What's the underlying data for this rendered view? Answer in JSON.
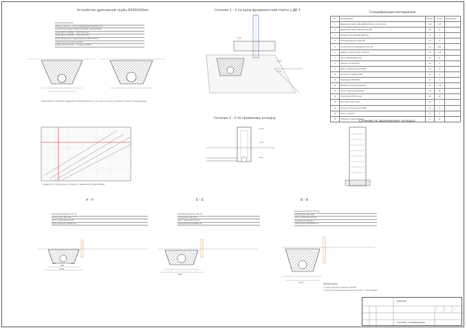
{
  "titles": {
    "drain_pipe": "Устройство дренажной трубы Ø160/200мм",
    "section_1_1": "Сечение 1 - 1 по краю фундаментной плиты у ДК-1",
    "spec": "Спецификация материалов",
    "section_2_2": "Сечение 2 - 2 по приемному колодцу",
    "well_section": "Сечение по дренажному колодцу",
    "sec_a": "А - А",
    "sec_b": "Б - Б",
    "sec_v": "В - В"
  },
  "drain_notes": [
    "дренажный щебень",
    "обсыпка песком — песок среднезернистый фр.м 2,0",
    "геотекстиль дорнит 150г/м2 (Geotex, Typar/Lutrasil)",
    "трубы ДР 1,5 и Ø160 — ГОСТ 26.1.127",
    "трубы ДР 1,5 и Ø200 — ГОСТ 26.1.127",
    "трубы дренажные гофрированные Ø160-200 мм",
    "геотекстиль на стыки 150г/м2",
    "щебень фр.20-40 мм — толщина 200мм"
  ],
  "drain_caption": "Примечание: Устройство дренажной трубы выполнять с уклоном в сторону колодцев согласно плана дренажа.",
  "graph_caption": "График 66.1. Пропускная способность дренажной трубы Ø160мм",
  "section_labels": {
    "marks": [
      "-1,00",
      "-1,30",
      "-1,75",
      "-2,10",
      "-2,30",
      "-2,65"
    ]
  },
  "spec": {
    "headers": [
      "Поз.",
      "Наименование",
      "Ед.изм.",
      "Кол-во",
      "Примечание"
    ],
    "rows": [
      [
        "1",
        "Дренажная труба гофр. Ø160/200 мм в геотекстиле",
        "п.м",
        "223",
        ""
      ],
      [
        "2",
        "Дренажная труба ПНД Ø200 мм SN4",
        "п.м",
        "17",
        ""
      ],
      [
        "3",
        "Колодец смотровой ДК Ø400 мм",
        "шт",
        "4",
        ""
      ],
      [
        "4",
        "Отвод дренажной трубы 90°",
        "шт",
        "9",
        ""
      ],
      [
        "5",
        "Геотекстиль иглопробивной 150 г/м2",
        "м2",
        "880",
        ""
      ],
      [
        "6",
        "Щебень гранитный фр. 20-40 мм",
        "м3",
        "116",
        ""
      ],
      [
        "7",
        "Песок среднезернистый",
        "м3",
        "62",
        ""
      ],
      [
        "8",
        "Крышка колодца ДК-1",
        "шт",
        "4",
        ""
      ],
      [
        "9",
        "Муфта соединительная Ø160",
        "шт",
        "14",
        ""
      ],
      [
        "10",
        "Заглушка торцевая Ø160",
        "шт",
        "6",
        ""
      ],
      [
        "11",
        "Переходник Ø160/200",
        "шт",
        "4",
        ""
      ],
      [
        "12",
        "Мембрана профилированная",
        "м2",
        "312",
        ""
      ],
      [
        "13",
        "Лента гидроизоляционная",
        "п.м",
        "96",
        ""
      ],
      [
        "14",
        "Утеплитель ЭППС 50 мм",
        "м3",
        "18",
        ""
      ],
      [
        "15",
        "Бетон В15 подготовка",
        "м3",
        "7",
        ""
      ],
      [
        "16",
        "Кольцо уплотнительное Ø160",
        "шт",
        "8",
        ""
      ],
      [
        "17",
        "Хомут стальной",
        "шт",
        "8",
        ""
      ],
      [
        "18",
        "Герметик полиуретановый",
        "кг",
        "12",
        ""
      ]
    ]
  },
  "sections": {
    "a": [
      "дренажный щебень 200 мм",
      "геотекстиль 150 г/м2",
      "песок среднезернистый",
      "труба дренажная Ø160 мм"
    ],
    "b": [
      "дренажный щебень 200 мм",
      "геотекстиль 150 г/м2",
      "песок среднезернистый",
      "труба дренажная Ø160 мм"
    ],
    "v": [
      "дренажный щебень 200 мм",
      "геотекстиль 150 г/м2",
      "песок среднезернистый",
      "геотекстиль нахлест",
      "труба дренажная Ø200 мм"
    ]
  },
  "dims": {
    "d1": "1250",
    "d2": "250",
    "d3": "400",
    "d4": "250",
    "d5": "1100",
    "d6": "1200"
  },
  "notes": {
    "title": "Примечания",
    "lines": [
      "1. Уклон дренажа принять i=0,005.",
      "2. Засыпку траншеи выполнять послойно с уплотнением."
    ]
  },
  "stamp": {
    "project": "Дренаж",
    "sheet_title": "Сечения, спецификация",
    "stage": "Р",
    "sheet": "2",
    "sheets": "3"
  },
  "colors": {
    "line": "#444444",
    "accent_red": "#cc2222",
    "orange": "#e07a1a",
    "blue": "#2a4fb5",
    "gravel": "#888888"
  }
}
